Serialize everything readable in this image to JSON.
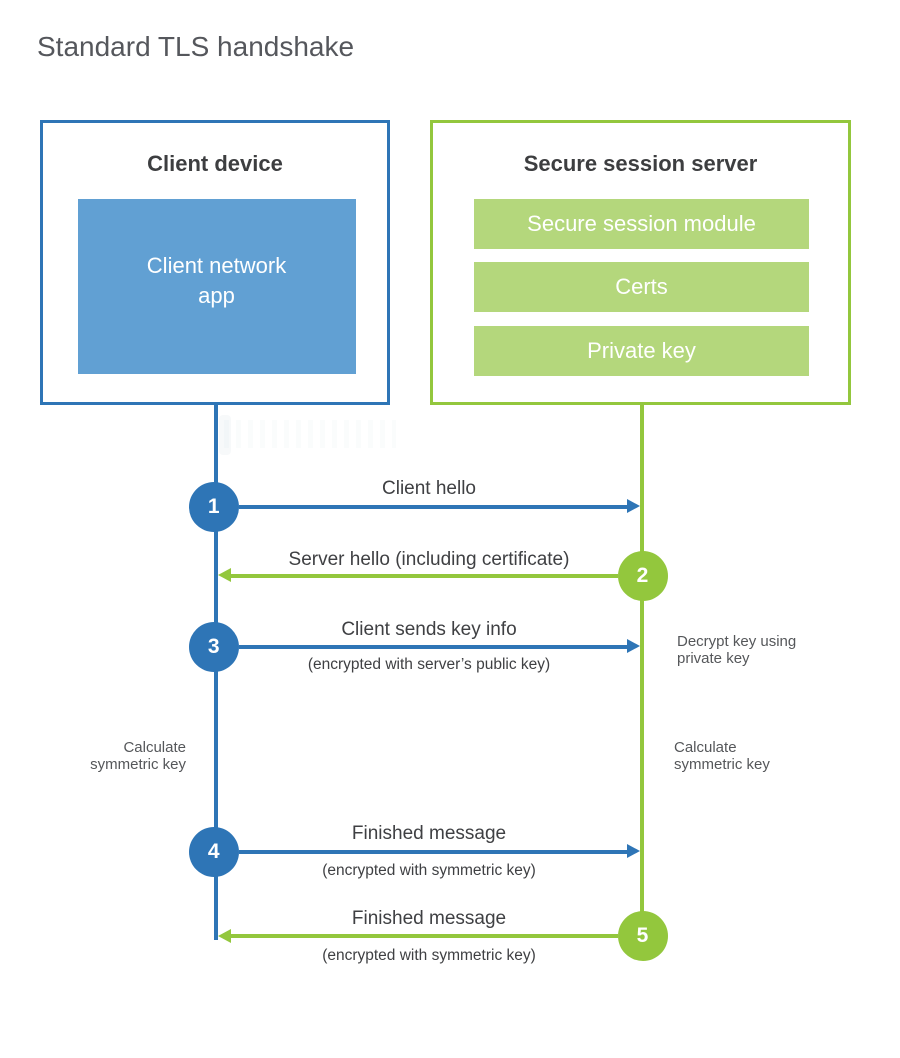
{
  "title": "Standard TLS handshake",
  "colors": {
    "blue": "#2e75b6",
    "blue_light": "#61a0d3",
    "green": "#93c73d",
    "green_light": "#b4d77c"
  },
  "client": {
    "title": "Client device",
    "app_lines": [
      "Client network",
      "app"
    ]
  },
  "server": {
    "title": "Secure session server",
    "modules": [
      "Secure session module",
      "Certs",
      "Private key"
    ]
  },
  "steps": [
    {
      "num": "1",
      "label": "Client hello",
      "sub": "",
      "direction": "right",
      "color": "blue"
    },
    {
      "num": "2",
      "label": "Server hello (including certificate)",
      "sub": "",
      "direction": "left",
      "color": "green"
    },
    {
      "num": "3",
      "label": "Client sends key info",
      "sub": "(encrypted with server’s public key)",
      "direction": "right",
      "color": "blue"
    },
    {
      "num": "4",
      "label": "Finished message",
      "sub": "(encrypted with symmetric key)",
      "direction": "right",
      "color": "blue"
    },
    {
      "num": "5",
      "label": "Finished message",
      "sub": "(encrypted with symmetric key)",
      "direction": "left",
      "color": "green"
    }
  ],
  "annotations": {
    "decrypt_lines": [
      "Decrypt key using",
      "private key"
    ],
    "calc_left_lines": [
      "Calculate",
      "symmetric key"
    ],
    "calc_right_lines": [
      "Calculate",
      "symmetric key"
    ]
  }
}
